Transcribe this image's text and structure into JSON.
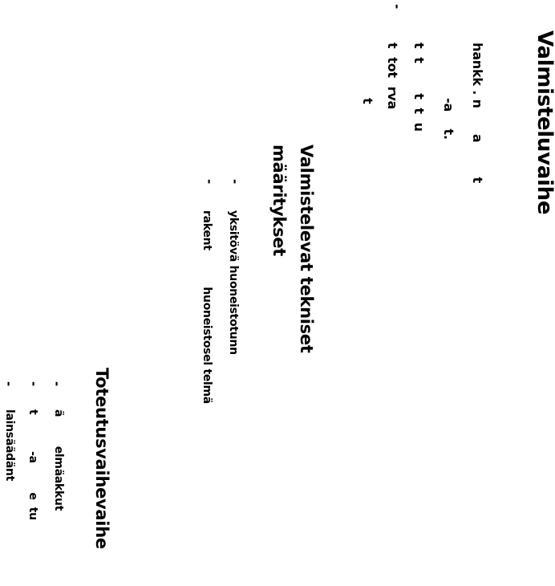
{
  "page": {
    "section_1": {
      "heading": "Valmisteluvaihe",
      "line_1": "hankk . n      a        t",
      "line_2": "-a    t.",
      "line_3": "t  t       t  t  u",
      "line_4": "t  tot  rva",
      "line_5": "t"
    },
    "section_2": {
      "heading_line_1": "Valmistelevat tekniset",
      "heading_line_2": "määritykset",
      "item_1": "yksitövä huoneistotunn",
      "item_2": "rakent          huoneistosel telmä"
    },
    "section_3": {
      "heading": "Toteutusvaihevaihe",
      "item_1": "ä        elmäakkut",
      "item_2": "t          -a        e  tu",
      "item_3": "lainsäädänt"
    },
    "bullet": "-"
  }
}
